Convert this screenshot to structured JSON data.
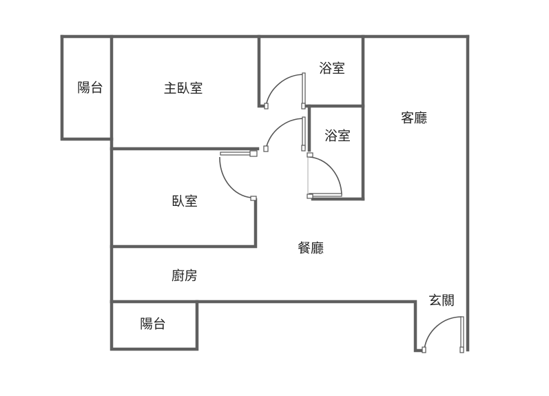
{
  "floorplan": {
    "wall_color": "#5f5f5f",
    "labels": {
      "balcony_top": "陽台",
      "master_bedroom": "主臥室",
      "bathroom_1": "浴室",
      "bathroom_2": "浴室",
      "living_room": "客廳",
      "bedroom": "臥室",
      "dining_room": "餐廳",
      "kitchen": "廚房",
      "entrance": "玄關",
      "balcony_bottom": "陽台"
    }
  }
}
